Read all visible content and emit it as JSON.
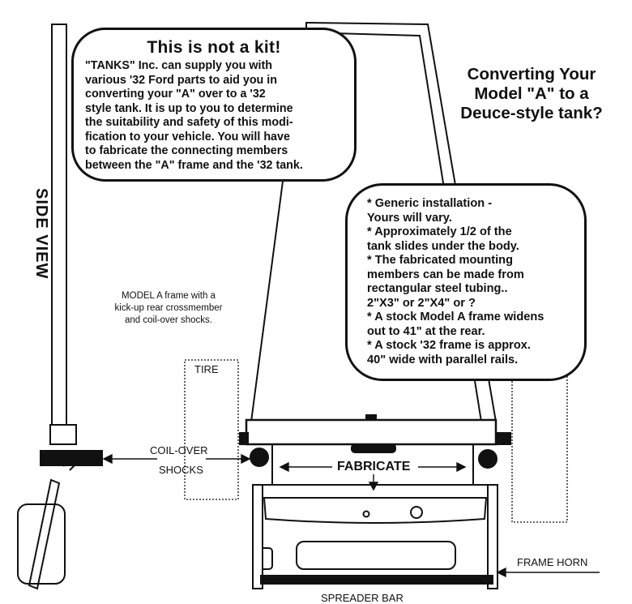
{
  "not_a_kit": {
    "title": "This is not a kit!",
    "body": "\"TANKS\" Inc. can supply you with\nvarious '32 Ford parts to aid you in\nconverting your \"A\" over to a '32\nstyle tank. It is up to you to determine\nthe suitability and safety of this modi-\nfication to your vehicle. You will have\nto fabricate the connecting members\nbetween the \"A\" frame and the '32 tank."
  },
  "headline": "Converting Your\nModel \"A\" to a\nDeuce-style tank?",
  "side_view_label": "SIDE VIEW",
  "model_note": "MODEL A frame with a\nkick-up rear crossmember\nand coil-over shocks.",
  "notes": [
    "* Generic installation -\n   Yours will vary.",
    "* Approximately 1/2 of the\n  tank slides under the body.",
    "* The fabricated mounting\n   members can be made from\n   rectangular steel tubing..\n   2\"X3\" or 2\"X4\" or ?",
    "* A stock Model A frame widens\n   out to 41\" at the rear.",
    " * A stock '32 frame is approx.\n   40\" wide with parallel rails."
  ],
  "labels": {
    "tire": "TIRE",
    "coil_over": "COIL-OVER",
    "shocks": "SHOCKS",
    "fabricate": "FABRICATE",
    "frame_horn": "FRAME HORN",
    "spreader_bar": "SPREADER BAR"
  }
}
